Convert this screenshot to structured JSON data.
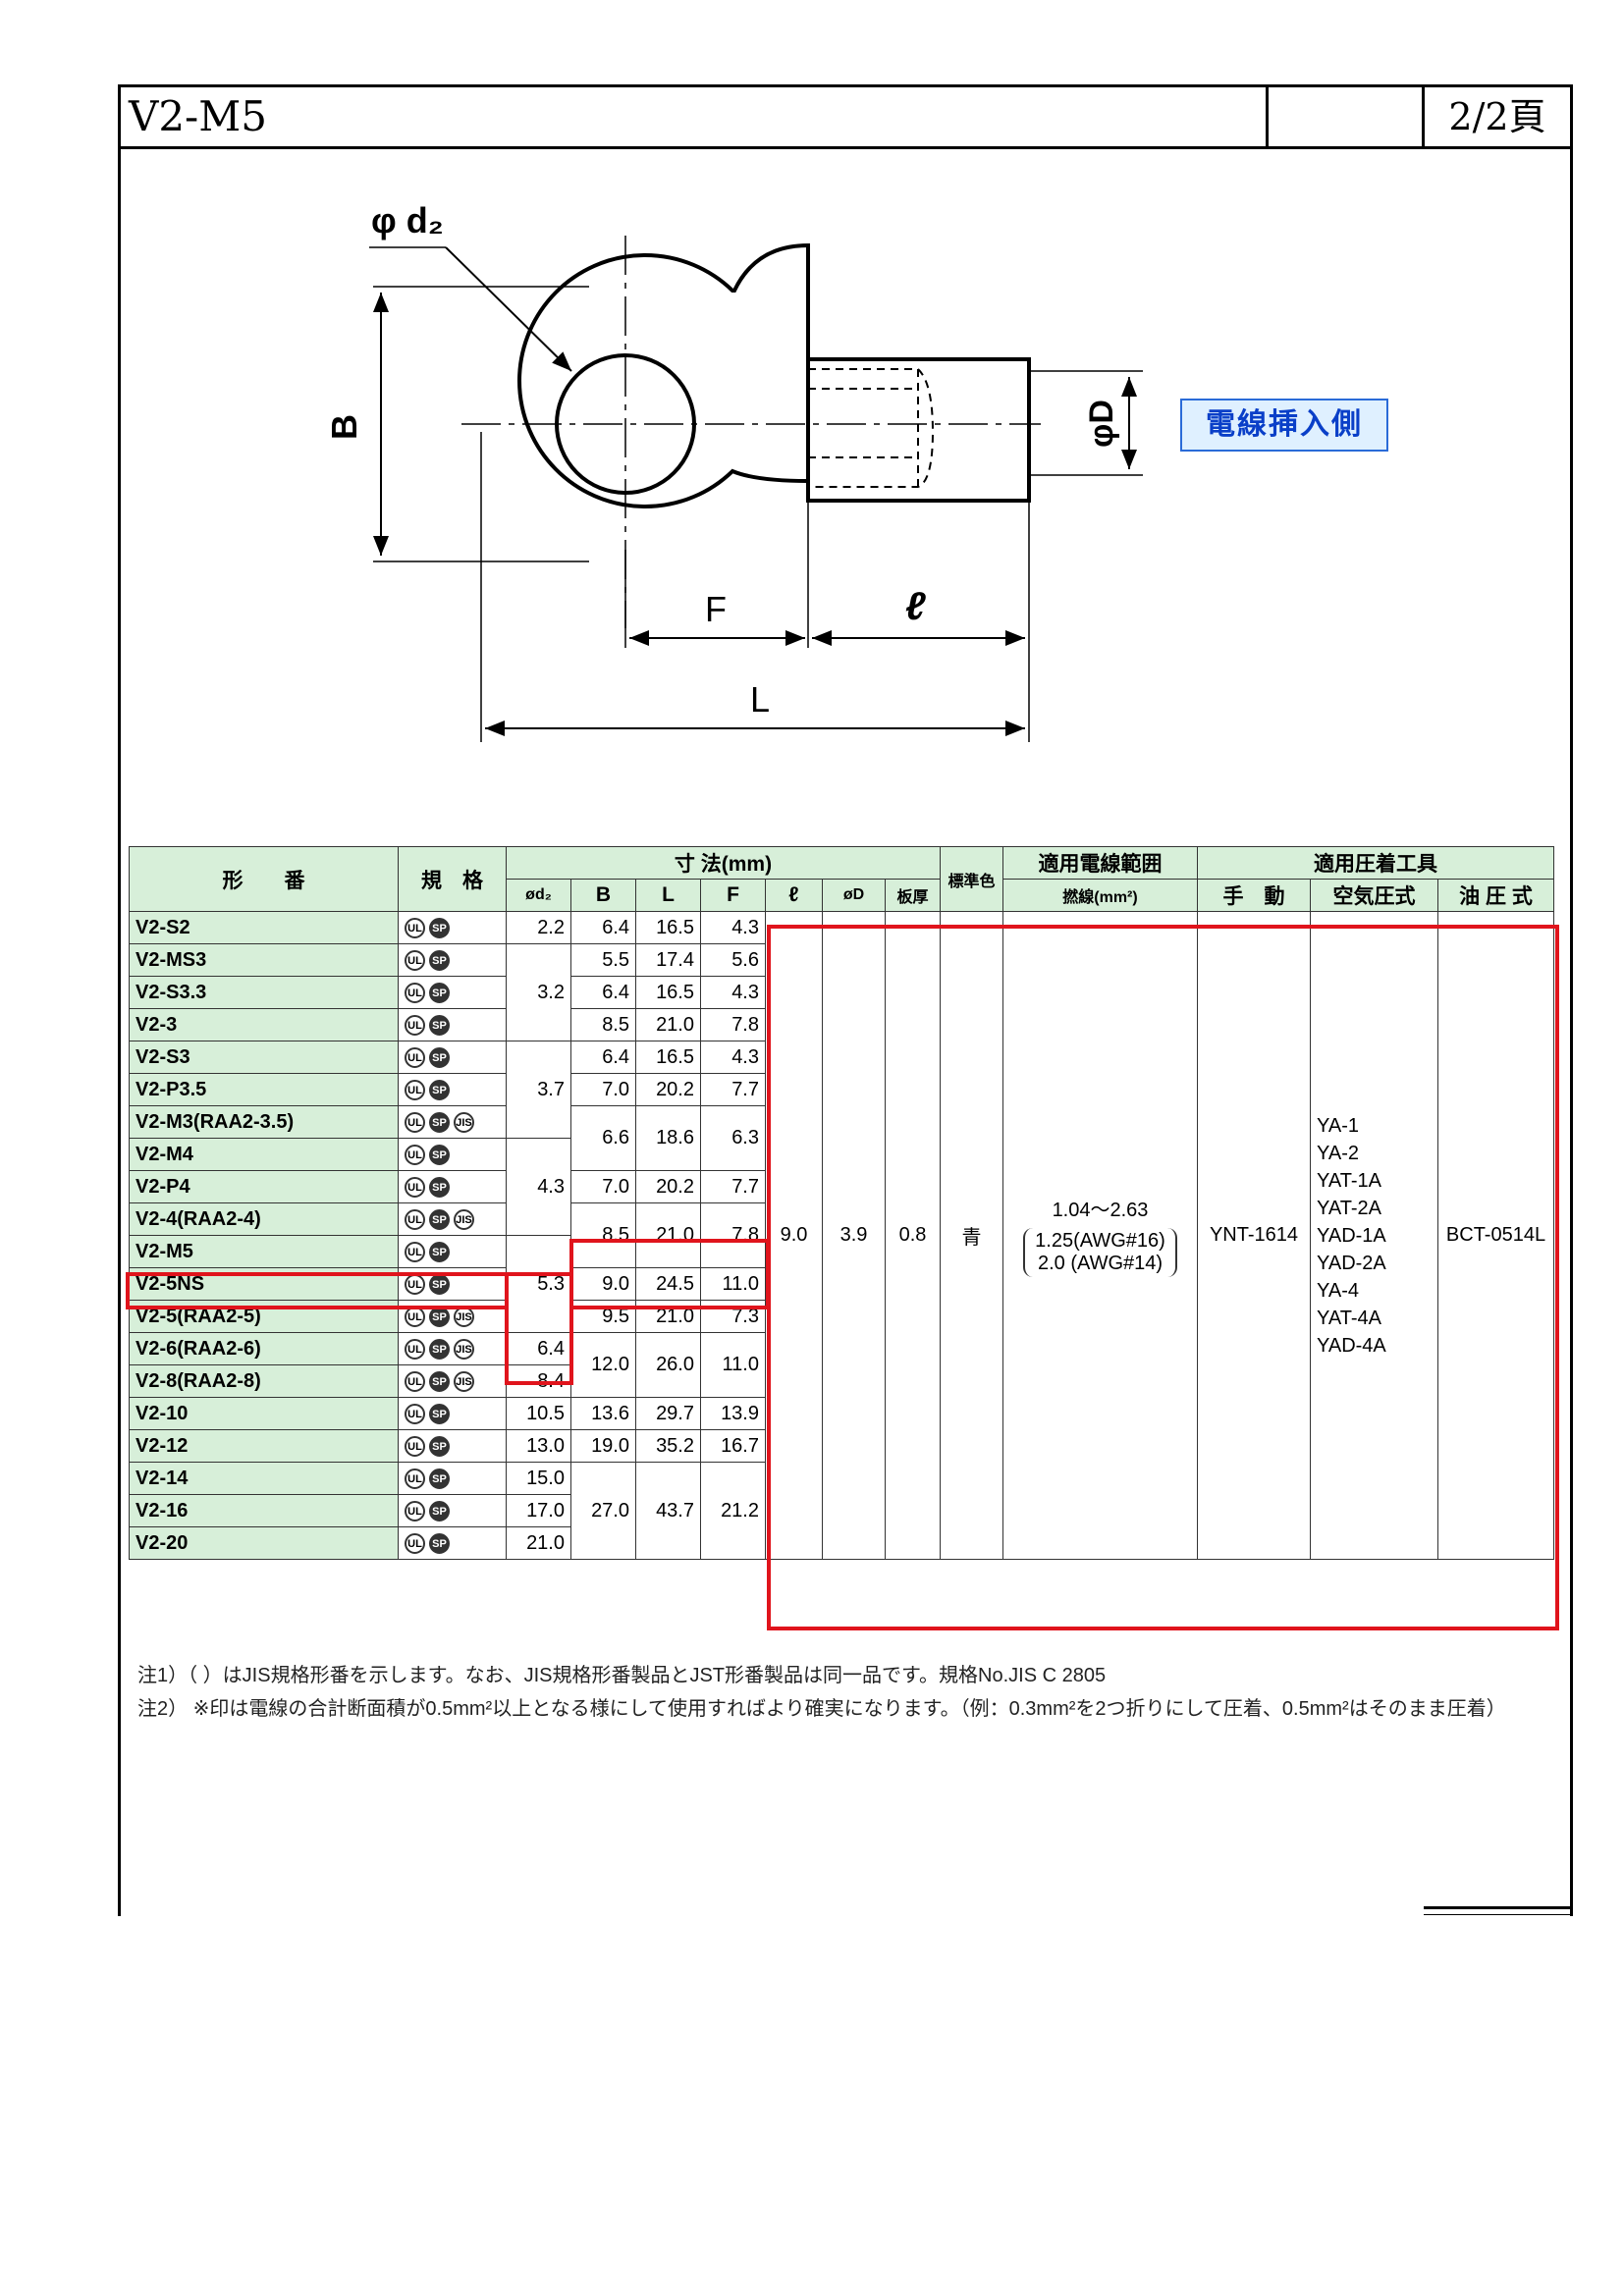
{
  "header": {
    "title": "V2-M5",
    "page": "2/2頁"
  },
  "drawing": {
    "phi_d2": "φ d₂",
    "B": "B",
    "phi_D": "φD",
    "F": "F",
    "ell": "ℓ",
    "L": "L",
    "badge": "電線挿入側"
  },
  "table": {
    "h_model": "形　　番",
    "h_standard": "規　格",
    "h_dims": "寸 法(mm)",
    "h_color": "標準色",
    "h_wire": "適用電線範囲",
    "h_tools": "適用圧着工具",
    "h_d2": "ød₂",
    "h_B": "B",
    "h_L": "L",
    "h_F": "F",
    "h_ell": "ℓ",
    "h_D": "øD",
    "h_thick": "板厚",
    "h_strand": "撚線(mm²)",
    "h_manual": "手　動",
    "h_air": "空気圧式",
    "h_oil": "油 圧 式",
    "rows": [
      {
        "name": "V2-S2",
        "jis": false
      },
      {
        "name": "V2-MS3",
        "jis": false
      },
      {
        "name": "V2-S3.3",
        "jis": false
      },
      {
        "name": "V2-3",
        "jis": false
      },
      {
        "name": "V2-S3",
        "jis": false
      },
      {
        "name": "V2-P3.5",
        "jis": false
      },
      {
        "name": "V2-M3(RAA2-3.5)",
        "jis": true
      },
      {
        "name": "V2-M4",
        "jis": false
      },
      {
        "name": "V2-P4",
        "jis": false
      },
      {
        "name": "V2-4(RAA2-4)",
        "jis": true
      },
      {
        "name": "V2-M5",
        "jis": false
      },
      {
        "name": "V2-5NS",
        "jis": false
      },
      {
        "name": "V2-5(RAA2-5)",
        "jis": true
      },
      {
        "name": "V2-6(RAA2-6)",
        "jis": true
      },
      {
        "name": "V2-8(RAA2-8)",
        "jis": true
      },
      {
        "name": "V2-10",
        "jis": false
      },
      {
        "name": "V2-12",
        "jis": false
      },
      {
        "name": "V2-14",
        "jis": false
      },
      {
        "name": "V2-16",
        "jis": false
      },
      {
        "name": "V2-20",
        "jis": false
      }
    ],
    "d2": [
      "2.2",
      "3.2",
      "3.7",
      "4.3",
      "5.3",
      "6.4",
      "8.4",
      "10.5",
      "13.0",
      "15.0",
      "17.0",
      "21.0"
    ],
    "B": [
      "6.4",
      "5.5",
      "6.4",
      "8.5",
      "6.4",
      "7.0",
      "6.6",
      "7.0",
      "8.5",
      "9.0",
      "9.5",
      "12.0",
      "13.6",
      "19.0",
      "27.0"
    ],
    "L": [
      "16.5",
      "17.4",
      "16.5",
      "21.0",
      "16.5",
      "20.2",
      "18.6",
      "20.2",
      "21.0",
      "24.5",
      "21.0",
      "26.0",
      "29.7",
      "35.2",
      "43.7"
    ],
    "F": [
      "4.3",
      "5.6",
      "4.3",
      "7.8",
      "4.3",
      "7.7",
      "6.3",
      "7.7",
      "7.8",
      "11.0",
      "7.3",
      "11.0",
      "13.9",
      "16.7",
      "21.2"
    ],
    "ell": "9.0",
    "D": "3.9",
    "thick": "0.8",
    "color": "青",
    "wire_range": "1.04〜2.63",
    "wire_awg1": "1.25(AWG#16)",
    "wire_awg2": "2.0 (AWG#14)",
    "manual": "YNT-1614",
    "air": [
      "YA-1",
      "YA-2",
      "YAT-1A",
      "YAT-2A",
      "YAD-1A",
      "YAD-2A",
      "YA-4",
      "YAT-4A",
      "YAD-4A"
    ],
    "oil": "BCT-0514L",
    "mark_ul": "UL",
    "mark_sp": "SP",
    "mark_jis": "JIS"
  },
  "notes": {
    "n1": "注1）（ ）はJIS規格形番を示します。なお、JIS規格形番製品とJST形番製品は同一品です。規格No.JIS C 2805",
    "n2": "注2） ※印は電線の合計断面積が0.5mm²以上となる様にして使用すればより確実になります。（例：0.3mm²を2つ折りにして圧着、0.5mm²はそのまま圧着）"
  }
}
